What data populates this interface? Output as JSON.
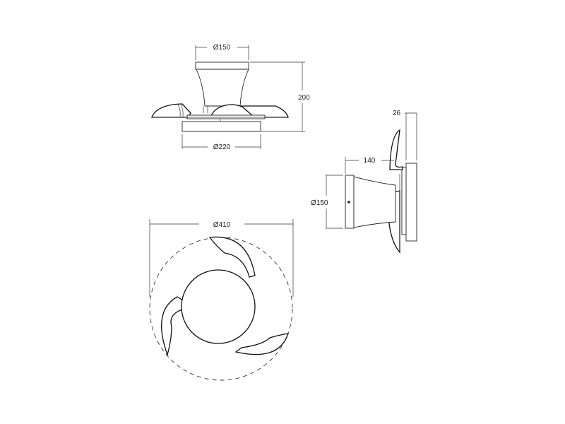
{
  "drawing": {
    "front_view": {
      "top_diameter": "Ø150",
      "bottom_diameter": "Ø220",
      "height": "200"
    },
    "side_view": {
      "depth": "26",
      "projection": "140",
      "base_diameter": "Ø150"
    },
    "top_view": {
      "span_diameter": "Ø410",
      "blade_count": 3
    },
    "colors": {
      "line": "#222222",
      "background": "#ffffff"
    }
  }
}
